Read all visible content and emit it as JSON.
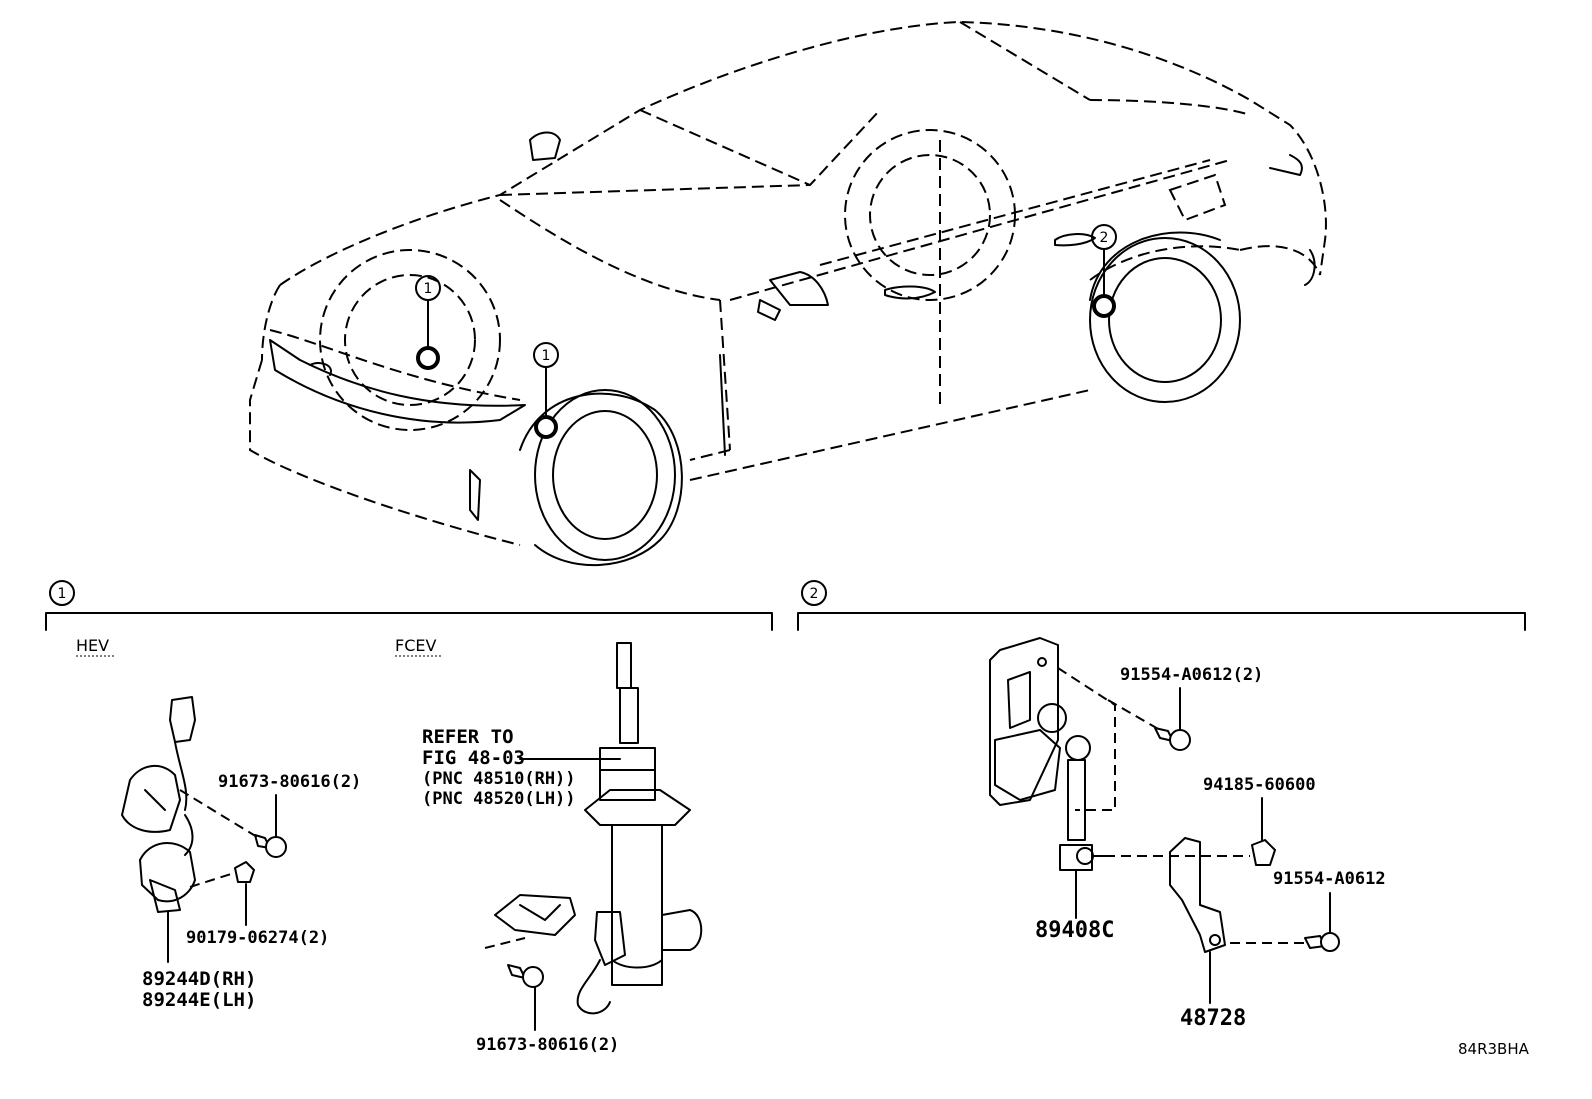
{
  "callouts": {
    "marker_1": "1",
    "marker_2": "2"
  },
  "sections": {
    "s1": {
      "number": "1",
      "hev_label": "HEV",
      "fcev_label": "FCEV"
    },
    "s2": {
      "number": "2"
    }
  },
  "parts": {
    "hev_bolt": "91673-80616(2)",
    "hev_nut": "90179-06274(2)",
    "hev_sensor_rh": "89244D(RH)",
    "hev_sensor_lh": "89244E(LH)",
    "fcev_refer_1": "REFER TO",
    "fcev_refer_2": "FIG 48-03",
    "fcev_refer_3": "(PNC 48510(RH))",
    "fcev_refer_4": "(PNC 48520(LH))",
    "fcev_bolt": "91673-80616(2)",
    "rear_bolt_top": "91554-A0612(2)",
    "rear_nut": "94185-60600",
    "rear_bolt_bottom": "91554-A0612",
    "rear_sensor": "89408C",
    "rear_bracket": "48728"
  },
  "diagram_code": "84R3BHA"
}
